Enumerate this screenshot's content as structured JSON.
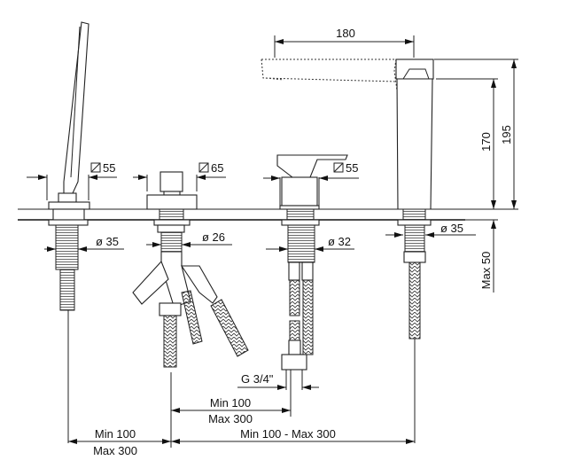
{
  "drawing": {
    "dims": {
      "spout_reach": "180",
      "spout_height_total": "195",
      "spout_height_body": "170",
      "max_deck_thickness": "Max 50",
      "handshower_base": "55",
      "diverter_base": "65",
      "mixer_base": "55",
      "handshower_hole": "ø 35",
      "diverter_hole": "ø 26",
      "mixer_hole": "ø 32",
      "spout_hole": "ø 35",
      "connection": "G 3/4\"",
      "mixer_spacing_min": "Min 100",
      "mixer_spacing_max": "Max 300",
      "handshower_spacing_min": "Min 100",
      "handshower_spacing_max": "Max 300",
      "overall_spacing": "Min 100 - Max 300"
    }
  }
}
